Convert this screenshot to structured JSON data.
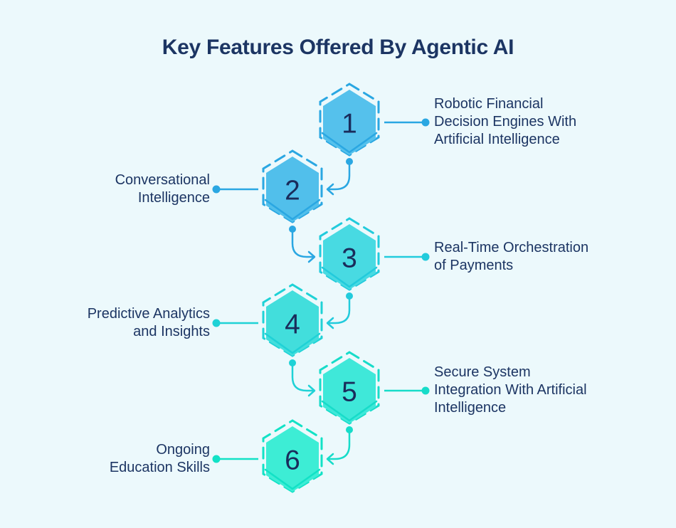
{
  "title": "Key Features Offered By Agentic AI",
  "colors": {
    "background": "#ECF9FC",
    "heading": "#1C3563",
    "label_text": "#1C3563",
    "number_text": "#1A2C5B"
  },
  "items": [
    {
      "number": "1",
      "side": "right",
      "label": "Robotic Financial Decision Engines With Artificial Intelligence",
      "lines": [
        "Robotic Financial",
        "Decision Engines With",
        "Artificial Intelligence"
      ],
      "fill": "#55C1EC",
      "accent": "#2AA7E2"
    },
    {
      "number": "2",
      "side": "left",
      "label": "Conversational Intelligence",
      "lines": [
        "Conversational",
        "Intelligence"
      ],
      "fill": "#51BFEB",
      "accent": "#2AA7E2"
    },
    {
      "number": "3",
      "side": "right",
      "label": "Real-Time Orchestration of Payments",
      "lines": [
        "Real-Time Orchestration",
        "of Payments"
      ],
      "fill": "#48DAE2",
      "accent": "#22CBDC"
    },
    {
      "number": "4",
      "side": "left",
      "label": "Predictive Analytics and Insights",
      "lines": [
        "Predictive Analytics",
        "and Insights"
      ],
      "fill": "#42DEDC",
      "accent": "#1FD2D6"
    },
    {
      "number": "5",
      "side": "right",
      "label": "Secure System Integration With Artificial Intelligence",
      "lines": [
        "Secure System",
        "Integration With Artificial",
        "Intelligence"
      ],
      "fill": "#3FE8D9",
      "accent": "#17DCC9"
    },
    {
      "number": "6",
      "side": "left",
      "label": "Ongoing Education Skills",
      "lines": [
        "Ongoing",
        "Education Skills"
      ],
      "fill": "#3DEDD5",
      "accent": "#12E2C6"
    }
  ]
}
